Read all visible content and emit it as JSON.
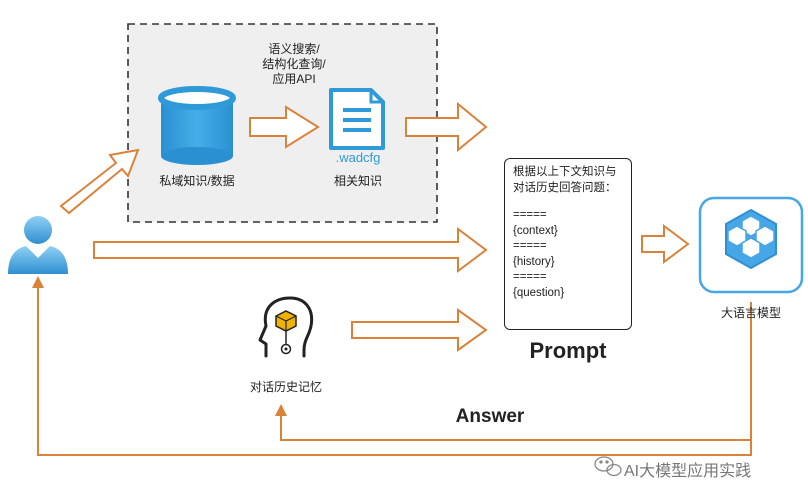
{
  "retrieval": {
    "method_lines": [
      "语义搜索/",
      "结构化查询/",
      "应用API"
    ],
    "private_data_label": "私域知识/数据",
    "doc_ext": ".wadcfg",
    "related_label": "相关知识"
  },
  "prompt": {
    "intro": "根据以上下文知识与对话历史回答问题：",
    "lines": [
      "=====",
      "{context}",
      "=====",
      "{history}",
      "=====",
      "{question}"
    ],
    "title": "Prompt"
  },
  "history_label": "对话历史记忆",
  "llm_label": "大语言模型",
  "answer_label": "Answer",
  "watermark": "AI大模型应用实践",
  "colors": {
    "arrow": "#d9823a",
    "user": "#3aa0dc",
    "db": "#2f9ad8",
    "llm": "#46a6e6"
  }
}
